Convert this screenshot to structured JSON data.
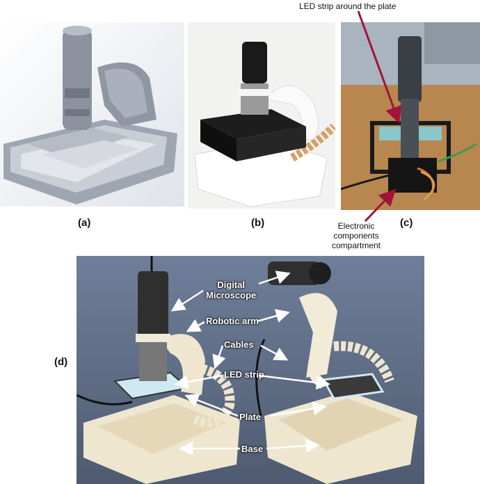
{
  "panels": {
    "a": {
      "label": "(a)"
    },
    "b": {
      "label": "(b)"
    },
    "c": {
      "label": "(c)"
    },
    "d": {
      "label": "(d)"
    }
  },
  "annotations_c": {
    "led_strip": "LED strip around the plate",
    "electronics_line1": "Electronic",
    "electronics_line2": "components",
    "electronics_line3": "compartment"
  },
  "annotations_d": {
    "microscope_line1": "Digital",
    "microscope_line2": "Microscope",
    "robotic_arm": "Robotic arm",
    "cables": "Cables",
    "led_strip": "LED strip",
    "plate": "Plate",
    "base": "Base"
  },
  "colors": {
    "arrow_c": "#a3123a",
    "arrow_d": "#ffffff"
  }
}
